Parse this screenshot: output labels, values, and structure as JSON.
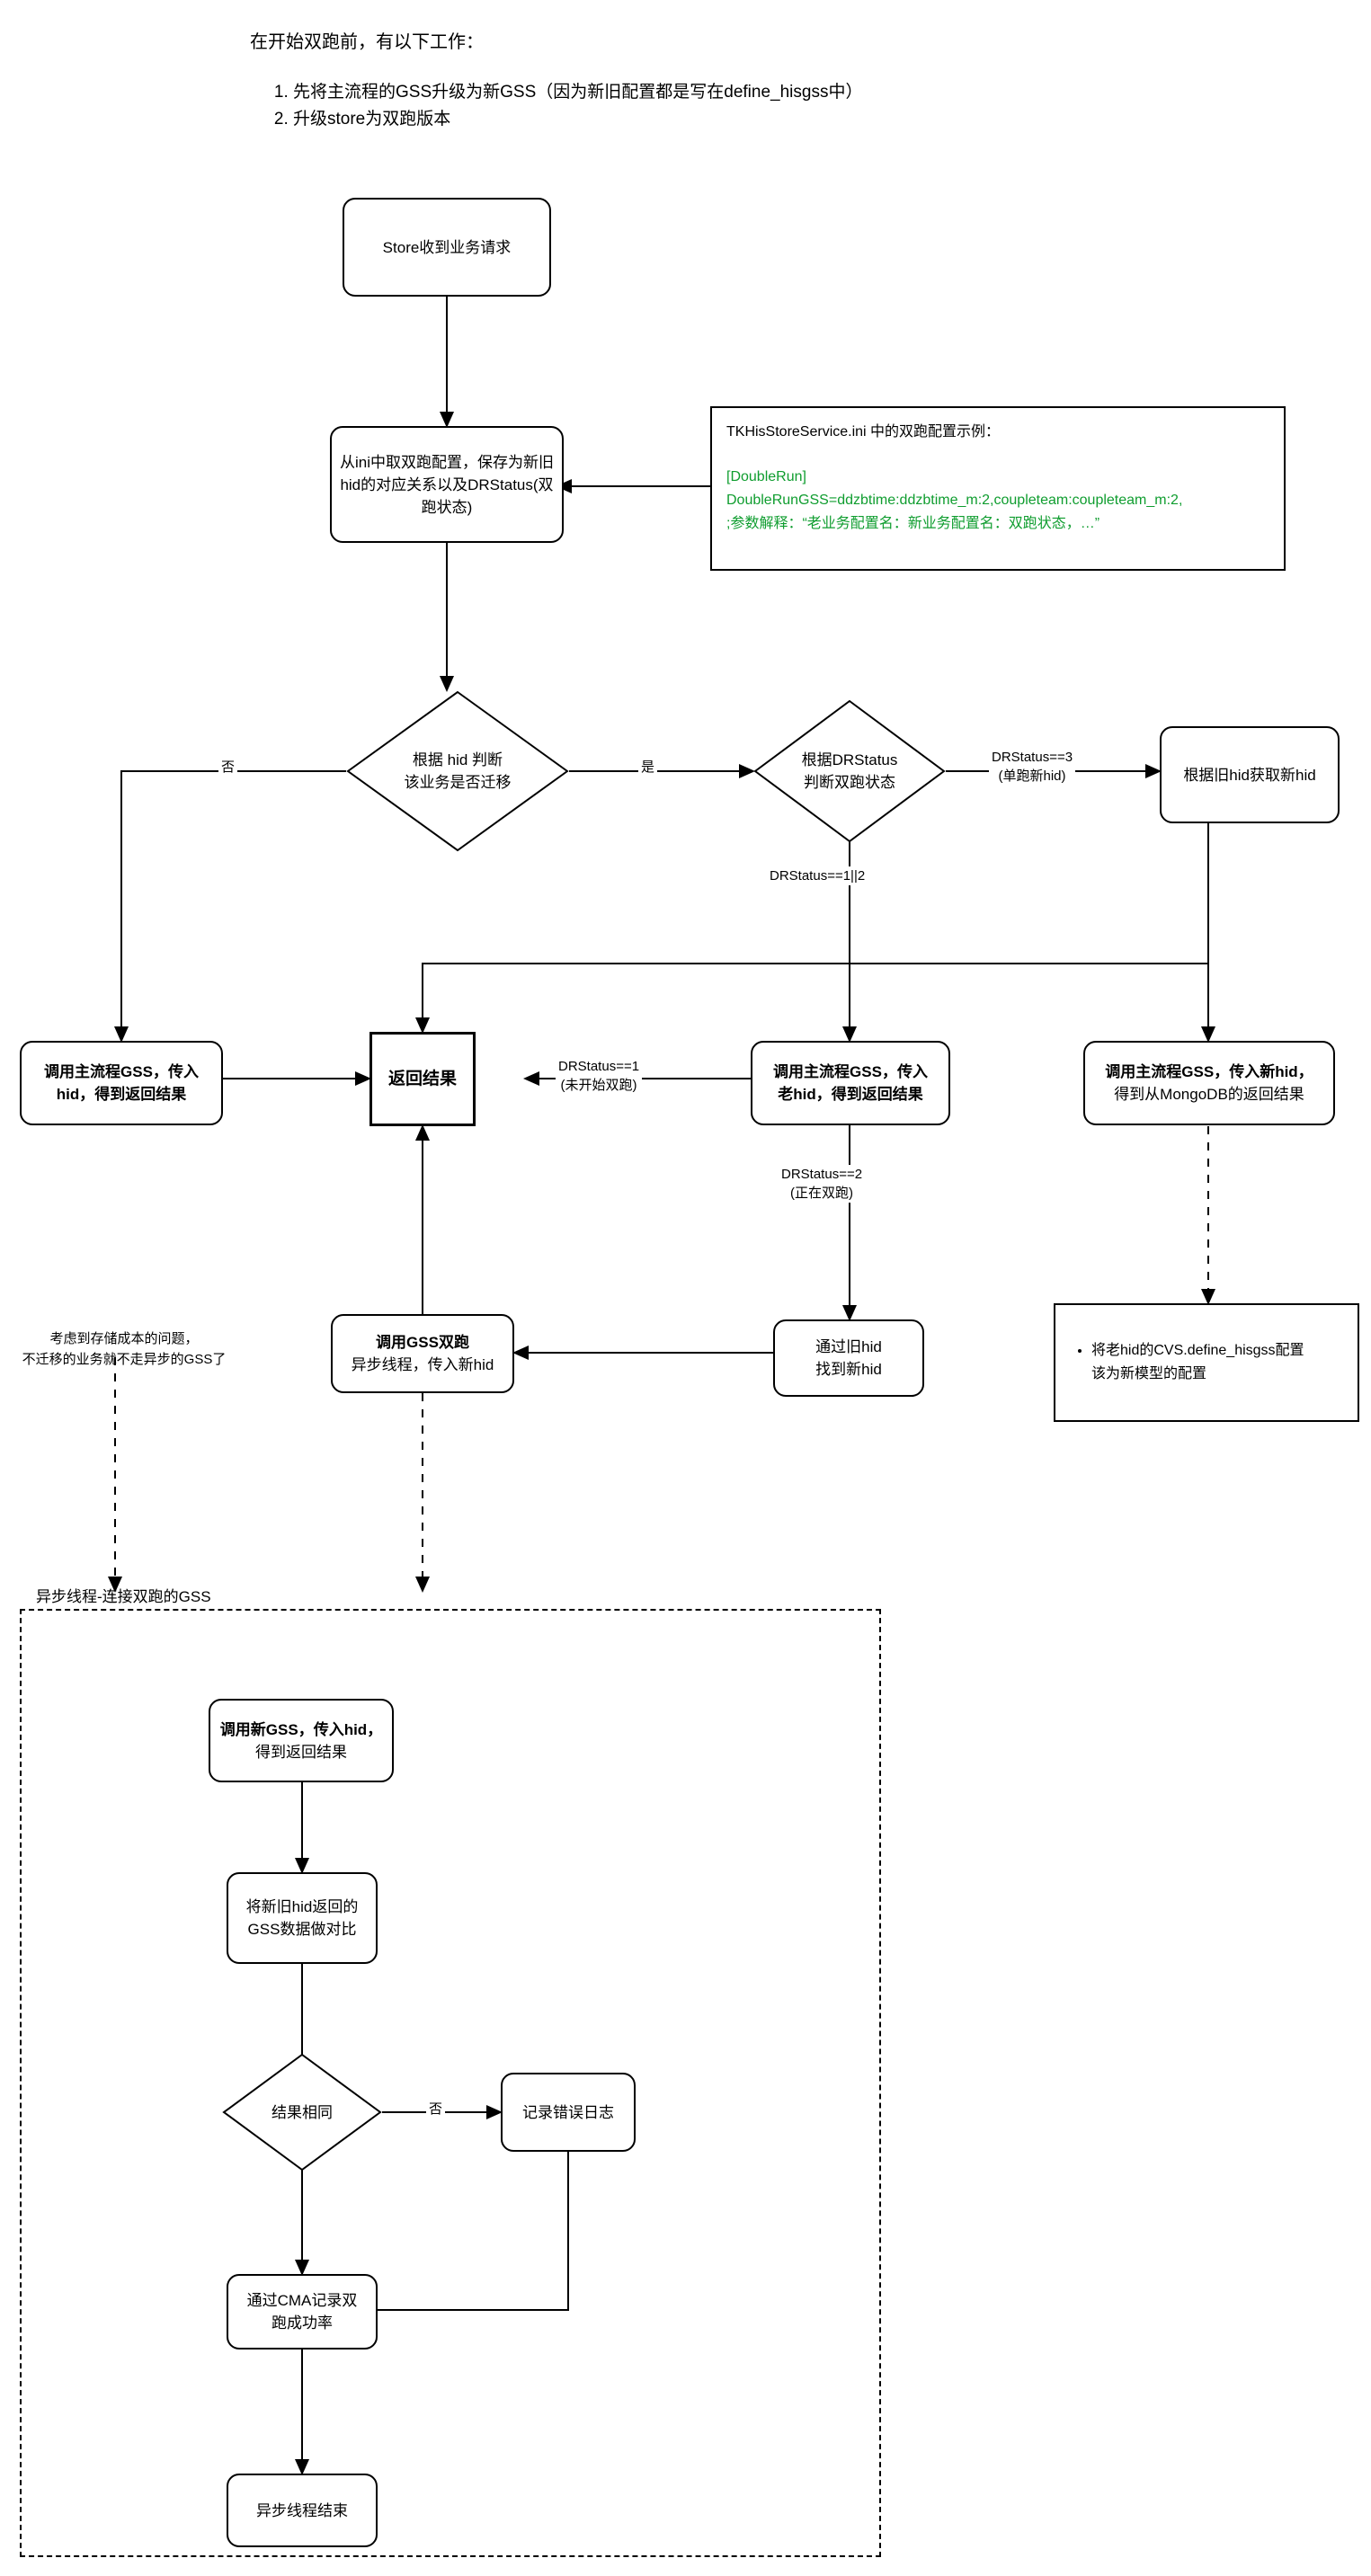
{
  "doc": {
    "intro_title": "在开始双跑前，有以下工作：",
    "intro_items": [
      "先将主流程的GSS升级为新GSS（因为新旧配置都是写在define_hisgss中）",
      "升级store为双跑版本"
    ]
  },
  "colors": {
    "stroke": "#000000",
    "background": "#ffffff",
    "config_text_green": "#0f9d2f"
  },
  "nodes": {
    "store_request": "Store收到业务请求",
    "read_ini": "从ini中取双跑配置，保存为新旧hid的对应关系以及DRStatus(双跑状态)",
    "decide_migrate_line1": "根据 hid 判断",
    "decide_migrate_line2": "该业务是否迁移",
    "decide_drstatus_line1": "根据DRStatus",
    "decide_drstatus_line2": "判断双跑状态",
    "get_new_hid": "根据旧hid获取新hid",
    "call_gss_hid_line1": "调用主流程GSS，传入",
    "call_gss_hid_line2": "hid，得到返回结果",
    "return_result": "返回结果",
    "call_gss_old_hid_line1": "调用主流程GSS，传入",
    "call_gss_old_hid_line2": "老hid，得到返回结果",
    "call_gss_new_hid_line1": "调用主流程GSS，传入新hid，",
    "call_gss_new_hid_line2": "得到从MongoDB的返回结果",
    "find_new_hid_line1": "通过旧hid",
    "find_new_hid_line2": "找到新hid",
    "call_gss_double_line1": "调用GSS双跑",
    "call_gss_double_line2": "异步线程，传入新hid",
    "async_call_new_gss_line1": "调用新GSS，传入hid，",
    "async_call_new_gss_line2": "得到返回结果",
    "async_compare_line1": "将新旧hid返回的",
    "async_compare_line2": "GSS数据做对比",
    "async_same_result": "结果相同",
    "async_log_error": "记录错误日志",
    "async_cma_line1": "通过CMA记录双",
    "async_cma_line2": "跑成功率",
    "async_end": "异步线程结束"
  },
  "edge_labels": {
    "no_migrate": "否",
    "yes_migrate": "是",
    "drstatus3_line1": "DRStatus==3",
    "drstatus3_line2": "(单跑新hid)",
    "drstatus12": "DRStatus==1||2",
    "drstatus1_line1": "DRStatus==1",
    "drstatus1_line2": "(未开始双跑)",
    "drstatus2_line1": "DRStatus==2",
    "drstatus2_line2": "(正在双跑)",
    "async_no": "否"
  },
  "notes": {
    "config_example": {
      "title": "TKHisStoreService.ini 中的双跑配置示例：",
      "lines": [
        "[DoubleRun]",
        "DoubleRunGSS=ddzbtime:ddzbtime_m:2,coupleteam:coupleteam_m:2,",
        ";参数解释：“老业务配置名：新业务配置名：双跑状态，…”"
      ]
    },
    "cvs_config": {
      "bullet_line1": "将老hid的CVS.define_hisgss配置",
      "bullet_line2": "该为新模型的配置"
    },
    "storage_cost": {
      "line1": "考虑到存储成本的问题，",
      "line2": "不迁移的业务就不走异步的GSS了"
    }
  },
  "subgraph": {
    "title": "异步线程-连接双跑的GSS"
  }
}
